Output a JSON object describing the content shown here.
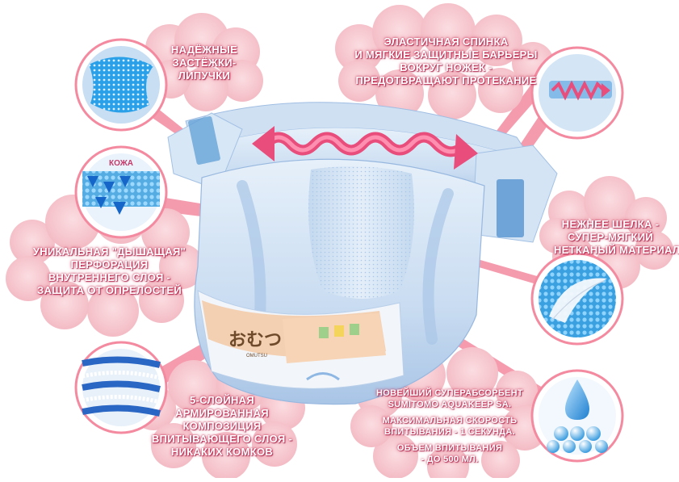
{
  "colors": {
    "cloud": "#f7c9cf",
    "cloud_edge": "#f0aab5",
    "pointer": "#f48aa0",
    "ring": "#ffffff",
    "diaper_light": "#dbe9f6",
    "diaper_mid": "#b9d4ee",
    "diaper_dark": "#8fb4dd",
    "arrow": "#f06088",
    "label_shadow": "#c8285a"
  },
  "callouts": {
    "fasteners": [
      "НАДЁЖНЫЕ",
      "ЗАСТЁЖКИ-",
      "ЛИПУЧКИ"
    ],
    "elastic": [
      "ЭЛАСТИЧНАЯ СПИНКА",
      "И МЯГКИЕ ЗАЩИТНЫЕ БАРЬЕРЫ",
      "ВОКРУГ НОЖЕК -",
      "ПРЕДОТВРАЩАЮТ ПРОТЕКАНИЕ"
    ],
    "silk": [
      "НЕЖНЕЕ ШЕЛКА -",
      "СУПЕР-МЯГКИЙ",
      "НЕТКАНЫЙ МАТЕРИАЛ"
    ],
    "breathing": [
      "УНИКАЛЬНАЯ \"ДЫШАЩАЯ\"",
      "ПЕРФОРАЦИЯ",
      "ВНУТРЕННЕГО СЛОЯ -",
      "ЗАЩИТА ОТ ОПРЕЛОСТЕЙ"
    ],
    "layers": [
      "5-СЛОЙНАЯ",
      "АРМИРОВАННАЯ",
      "КОМПОЗИЦИЯ",
      "ВПИТЫВАЮЩЕГО СЛОЯ -",
      "НИКАКИХ КОМКОВ"
    ],
    "absorbent_head": [
      "НОВЕЙШИЙ СУПЕРАБСОРБЕНТ",
      "SUMITOMO AQUAKEEP SA."
    ],
    "absorbent_speed": [
      "МАКСИМАЛЬНАЯ СКОРОСТЬ",
      "ВПИТЫВАНИЯ - 1 СЕКУНДА."
    ],
    "absorbent_volume": [
      "ОБЪЕМ ВПИТЫВАНИЯ",
      "- ДО 500 МЛ."
    ]
  },
  "inset_skin_label": "КОЖА",
  "diaper_print": {
    "main": "おむつ",
    "sub": "OMUTSU"
  },
  "icons": [
    "velcro-icon",
    "elastic-arrow-icon",
    "feather-icon",
    "perforation-icon",
    "layers-icon",
    "water-drop-icon"
  ]
}
